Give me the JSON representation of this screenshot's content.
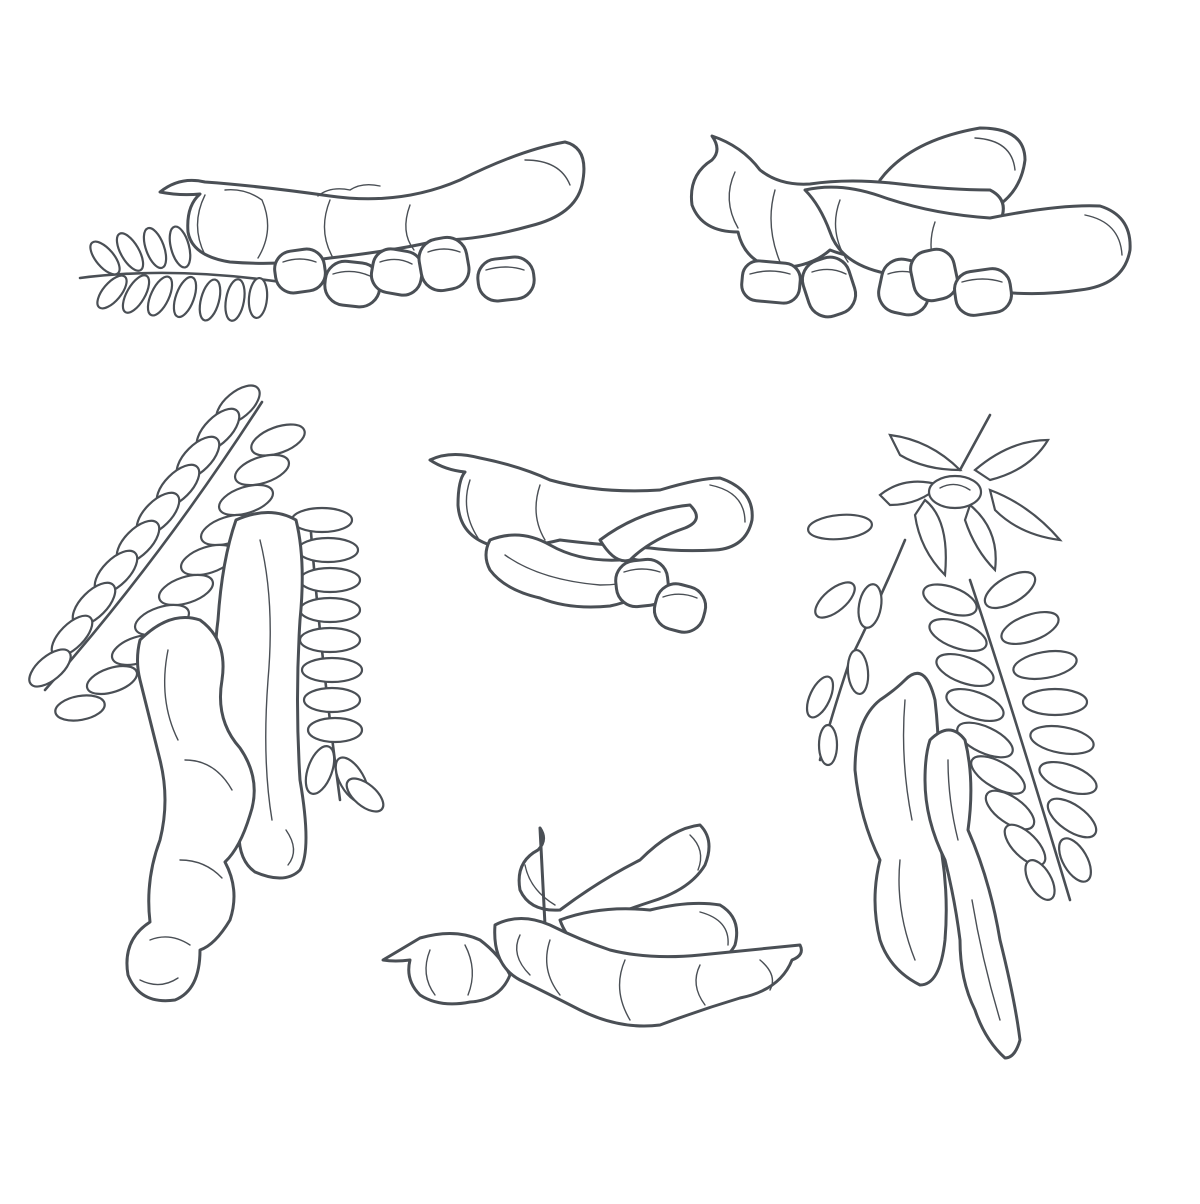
{
  "illustration": {
    "style": "line-art",
    "line_color": "#4a4f55",
    "background": "#ffffff",
    "groups": [
      {
        "name": "tamarind-pod-with-seeds-top-left"
      },
      {
        "name": "tamarind-pods-with-seeds-top-right"
      },
      {
        "name": "tamarind-pods-with-leaf-branch-left"
      },
      {
        "name": "open-tamarind-pod-center"
      },
      {
        "name": "tamarind-branch-with-flower-right"
      },
      {
        "name": "tamarind-pods-bottom-center"
      }
    ]
  }
}
